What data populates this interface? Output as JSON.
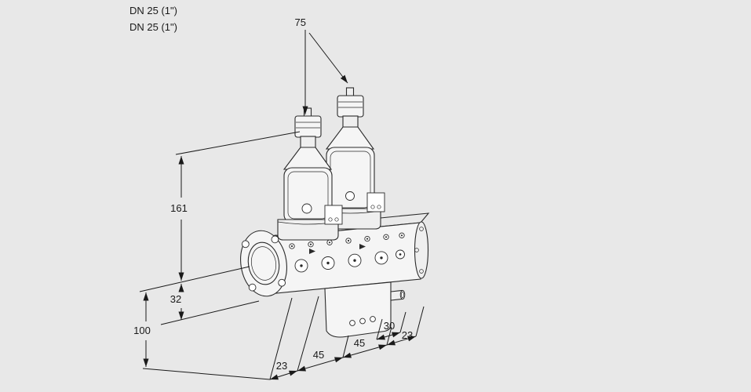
{
  "page": {
    "background_color": "#e8e8e8",
    "line_color": "#2a2a2a",
    "dimension_color": "#1a1a1a",
    "fill_color": "#f5f5f5"
  },
  "drawing": {
    "kind": "technical dimension drawing",
    "description": "double solenoid valve with flanged pipe connection, perspective view"
  },
  "labels": {
    "connection_top_1": "DN 25 (1\")",
    "connection_top_2": "DN 25 (1\")",
    "dim_valve_spacing": "75",
    "dim_height_161": "161",
    "dim_height_32": "32",
    "dim_height_100": "100",
    "dim_bottom_23_left": "23",
    "dim_bottom_45_left": "45",
    "dim_bottom_45_right": "45",
    "dim_bottom_30": "30",
    "dim_bottom_23_right": "23"
  }
}
